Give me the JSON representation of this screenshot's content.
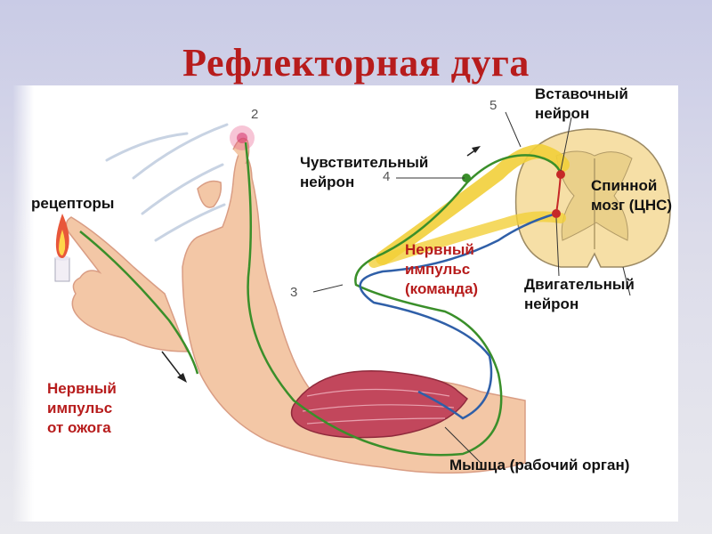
{
  "title": "Рефлекторная дуга",
  "labels": {
    "interneuron": [
      "Вставочный",
      "нейрон"
    ],
    "sensory_neuron": [
      "Чувствительный",
      "нейрон"
    ],
    "receptors": "рецепторы",
    "spinal_cord": [
      "Спинной",
      "мозг (ЦНС)"
    ],
    "impulse_command": [
      "Нервный",
      "импульс",
      "(команда)"
    ],
    "motor_neuron": [
      "Двигательный",
      "нейрон"
    ],
    "impulse_burn": [
      "Нервный",
      "импульс",
      "от ожога"
    ],
    "muscle": "Мышца (рабочий орган)"
  },
  "numbers": {
    "n2": "2",
    "n3": "3",
    "n4": "4",
    "n5": "5"
  },
  "colors": {
    "title": "#b71c1c",
    "sensory_nerve": "#3a8f2a",
    "motor_nerve": "#2f5fa8",
    "skin": "#f3c7a6",
    "muscle": "#c2475c",
    "spinal_cord": "#f6dfa6",
    "sensory_pathway": "#f2cf3a"
  }
}
